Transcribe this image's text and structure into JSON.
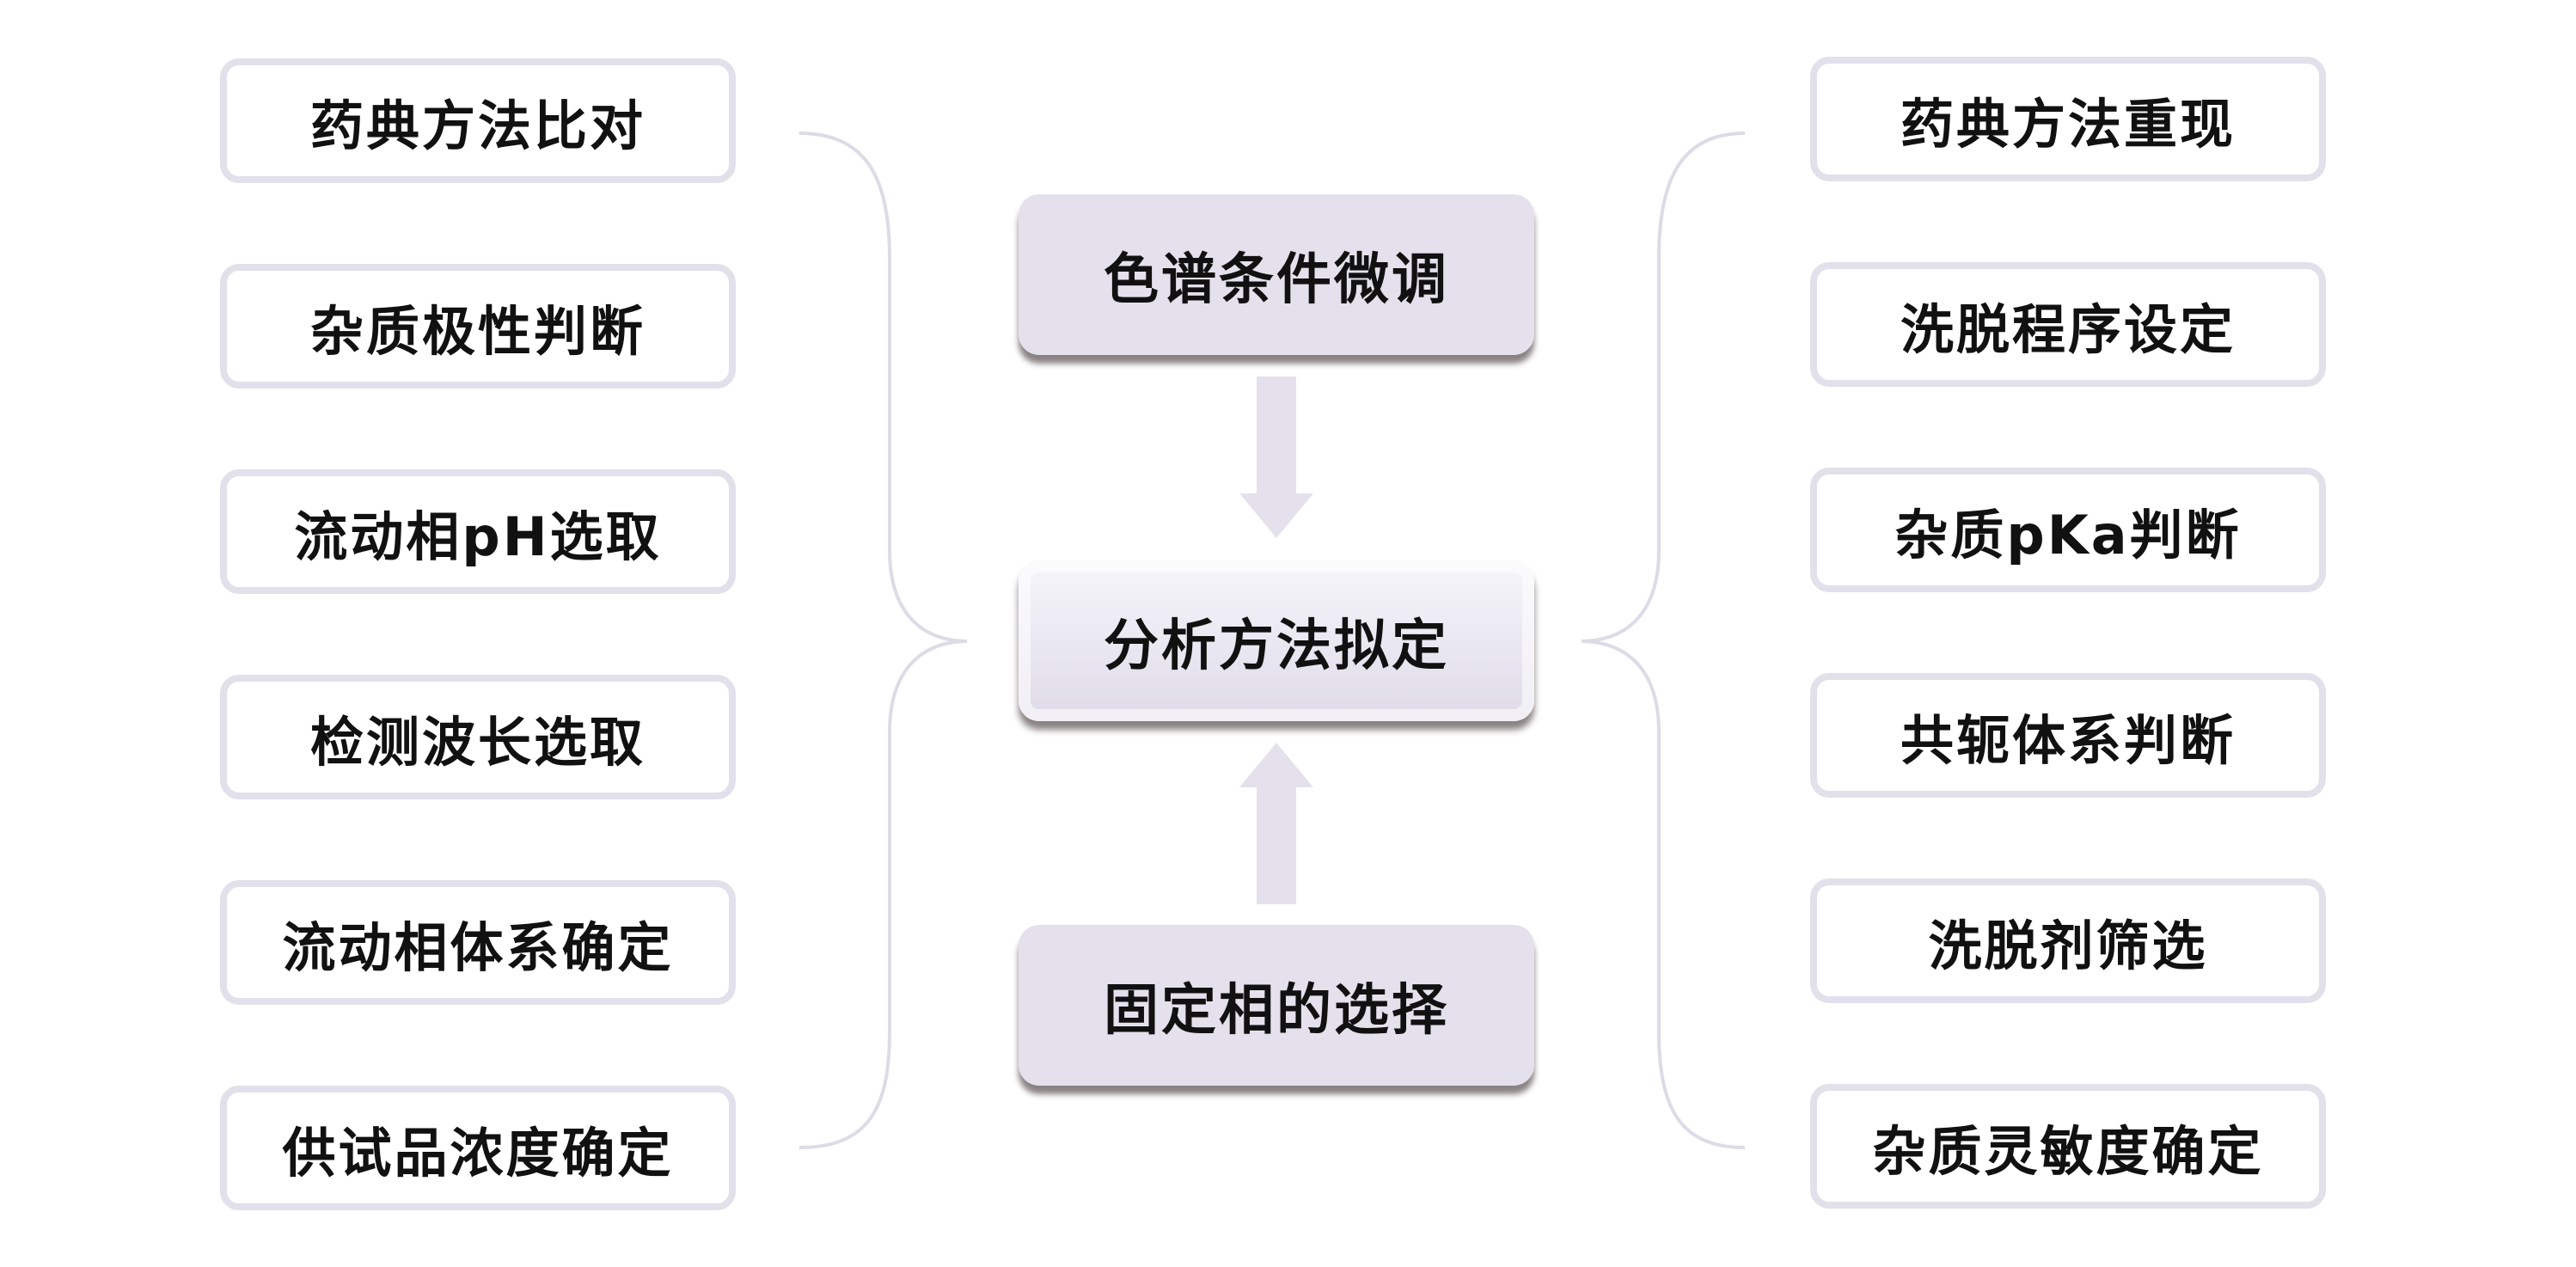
{
  "left_items": [
    "药典方法比对",
    "杂质极性判断",
    "流动相pH选取",
    "检测波长选取",
    "流动相体系确定",
    "供试品浓度确定"
  ],
  "right_items": [
    "药典方法重现",
    "洗脱程序设定",
    "杂质pKa判断",
    "共轭体系判断",
    "洗脱剂筛选",
    "杂质灵敏度确定"
  ],
  "center": {
    "top": "色谱条件微调",
    "main": "分析方法拟定",
    "bottom": "固定相的选择"
  },
  "colors": {
    "box_border": "#e2e0ea",
    "center_fill": "#e4e1ed",
    "arrow": "#e4e1ed",
    "bracket": "#dddbe6",
    "text": "#111111"
  }
}
